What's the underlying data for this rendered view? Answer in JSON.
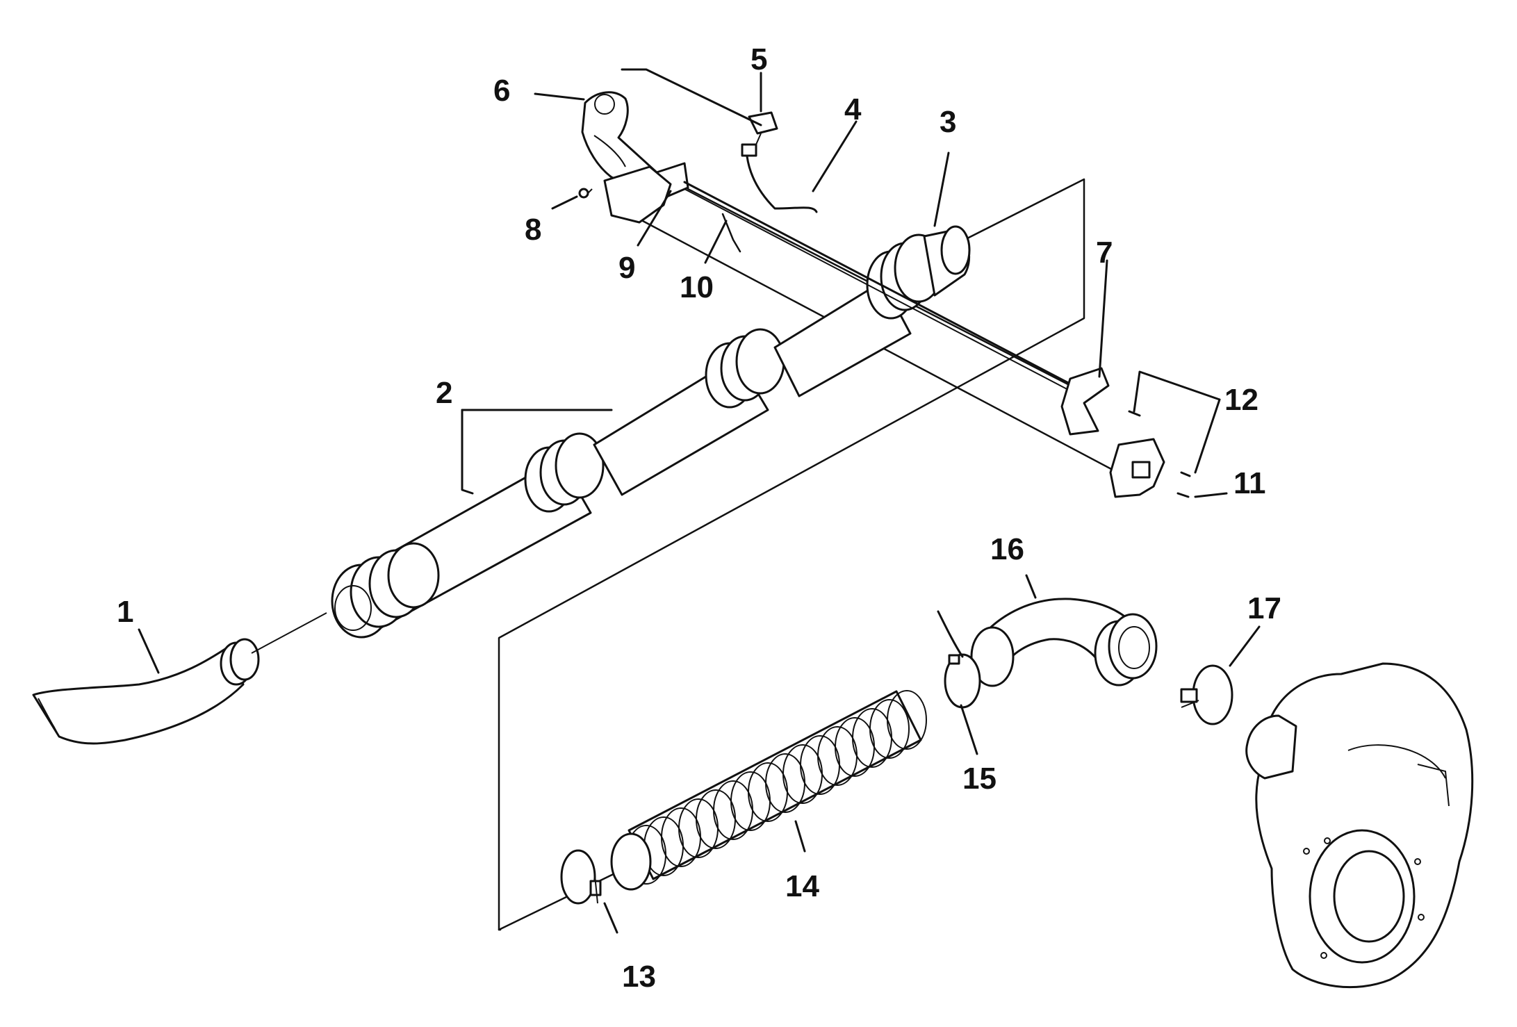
{
  "diagram": {
    "callouts": [
      {
        "id": "1",
        "text": "1"
      },
      {
        "id": "2",
        "text": "2"
      },
      {
        "id": "3",
        "text": "3"
      },
      {
        "id": "4",
        "text": "4"
      },
      {
        "id": "5",
        "text": "5"
      },
      {
        "id": "6",
        "text": "6"
      },
      {
        "id": "7",
        "text": "7"
      },
      {
        "id": "8",
        "text": "8"
      },
      {
        "id": "9",
        "text": "9"
      },
      {
        "id": "10",
        "text": "10"
      },
      {
        "id": "11",
        "text": "11"
      },
      {
        "id": "12",
        "text": "12"
      },
      {
        "id": "13",
        "text": "13"
      },
      {
        "id": "14",
        "text": "14"
      },
      {
        "id": "15",
        "text": "15"
      },
      {
        "id": "16",
        "text": "16"
      },
      {
        "id": "17",
        "text": "17"
      }
    ],
    "colors": {
      "ink": "#111111",
      "paper": "#ffffff"
    }
  }
}
